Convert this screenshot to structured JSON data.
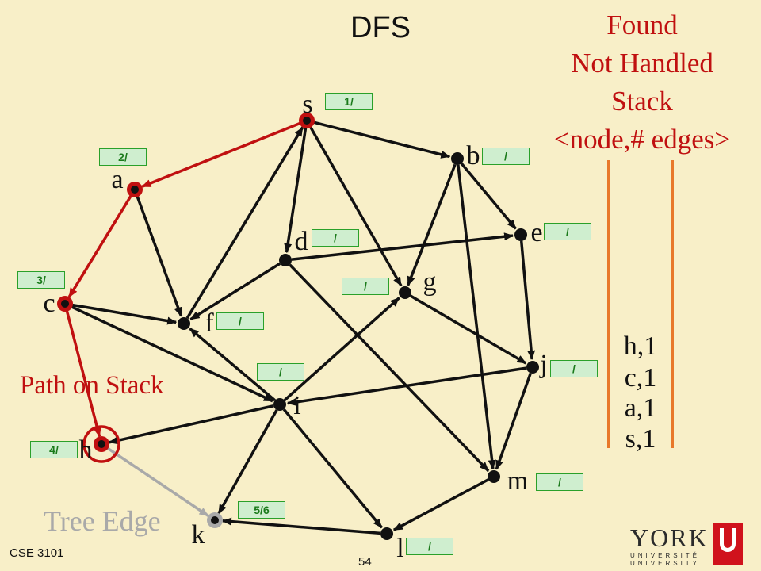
{
  "title": "DFS",
  "legend": {
    "found": "Found",
    "not_handled": "Not Handled",
    "stack": "Stack",
    "node_edges": "<node,# edges>"
  },
  "stack_entries": [
    "h,1",
    "c,1",
    "a,1",
    "s,1"
  ],
  "annotations": {
    "path_on_stack": "Path on Stack",
    "tree_edge": "Tree Edge"
  },
  "footer": {
    "course": "CSE 3101",
    "page_number": "54"
  },
  "logo": {
    "word": "YORK",
    "line1": "UNIVERSITÉ",
    "line2": "UNIVERSITY"
  },
  "colors": {
    "background": "#f8efc8",
    "path_red": "#c01010",
    "edge_black": "#111111",
    "tree_edge_gray": "#a9a9a9",
    "stack_bar_orange": "#e8782a",
    "timestamp_green": "#1a7a1a"
  },
  "nodes": [
    {
      "id": "s",
      "label": "s",
      "timestamp": "1/",
      "state": "on-stack"
    },
    {
      "id": "a",
      "label": "a",
      "timestamp": "2/",
      "state": "on-stack"
    },
    {
      "id": "b",
      "label": "b",
      "timestamp": "/",
      "state": "unvisited"
    },
    {
      "id": "c",
      "label": "c",
      "timestamp": "3/",
      "state": "on-stack"
    },
    {
      "id": "d",
      "label": "d",
      "timestamp": "/",
      "state": "unvisited"
    },
    {
      "id": "e",
      "label": "e",
      "timestamp": "/",
      "state": "unvisited"
    },
    {
      "id": "f",
      "label": "f",
      "timestamp": "/",
      "state": "unvisited"
    },
    {
      "id": "g",
      "label": "g",
      "timestamp": "/",
      "state": "unvisited"
    },
    {
      "id": "h",
      "label": "h",
      "timestamp": "4/",
      "state": "current"
    },
    {
      "id": "i",
      "label": "i",
      "timestamp": "/",
      "state": "unvisited"
    },
    {
      "id": "j",
      "label": "j",
      "timestamp": "/",
      "state": "unvisited"
    },
    {
      "id": "k",
      "label": "k",
      "timestamp": "5/6",
      "state": "handled"
    },
    {
      "id": "l",
      "label": "l",
      "timestamp": "/",
      "state": "unvisited"
    },
    {
      "id": "m",
      "label": "m",
      "timestamp": "/",
      "state": "unvisited"
    }
  ],
  "edges": [
    {
      "from": "s",
      "to": "a",
      "kind": "path"
    },
    {
      "from": "a",
      "to": "c",
      "kind": "path"
    },
    {
      "from": "c",
      "to": "h",
      "kind": "path"
    },
    {
      "from": "h",
      "to": "k",
      "kind": "tree"
    },
    {
      "from": "s",
      "to": "b",
      "kind": "normal"
    },
    {
      "from": "s",
      "to": "d",
      "kind": "normal"
    },
    {
      "from": "s",
      "to": "g",
      "kind": "normal"
    },
    {
      "from": "a",
      "to": "f",
      "kind": "normal"
    },
    {
      "from": "f",
      "to": "s",
      "kind": "normal"
    },
    {
      "from": "c",
      "to": "f",
      "kind": "normal"
    },
    {
      "from": "c",
      "to": "i",
      "kind": "normal"
    },
    {
      "from": "b",
      "to": "e",
      "kind": "normal"
    },
    {
      "from": "b",
      "to": "g",
      "kind": "normal"
    },
    {
      "from": "b",
      "to": "m",
      "kind": "normal"
    },
    {
      "from": "d",
      "to": "e",
      "kind": "normal"
    },
    {
      "from": "d",
      "to": "f",
      "kind": "normal"
    },
    {
      "from": "d",
      "to": "m",
      "kind": "normal"
    },
    {
      "from": "e",
      "to": "j",
      "kind": "normal"
    },
    {
      "from": "g",
      "to": "j",
      "kind": "normal"
    },
    {
      "from": "j",
      "to": "i",
      "kind": "normal"
    },
    {
      "from": "j",
      "to": "m",
      "kind": "normal"
    },
    {
      "from": "i",
      "to": "f",
      "kind": "normal"
    },
    {
      "from": "i",
      "to": "g",
      "kind": "normal"
    },
    {
      "from": "i",
      "to": "h",
      "kind": "normal"
    },
    {
      "from": "i",
      "to": "k",
      "kind": "normal"
    },
    {
      "from": "i",
      "to": "l",
      "kind": "normal"
    },
    {
      "from": "m",
      "to": "l",
      "kind": "normal"
    },
    {
      "from": "l",
      "to": "k",
      "kind": "normal"
    }
  ]
}
